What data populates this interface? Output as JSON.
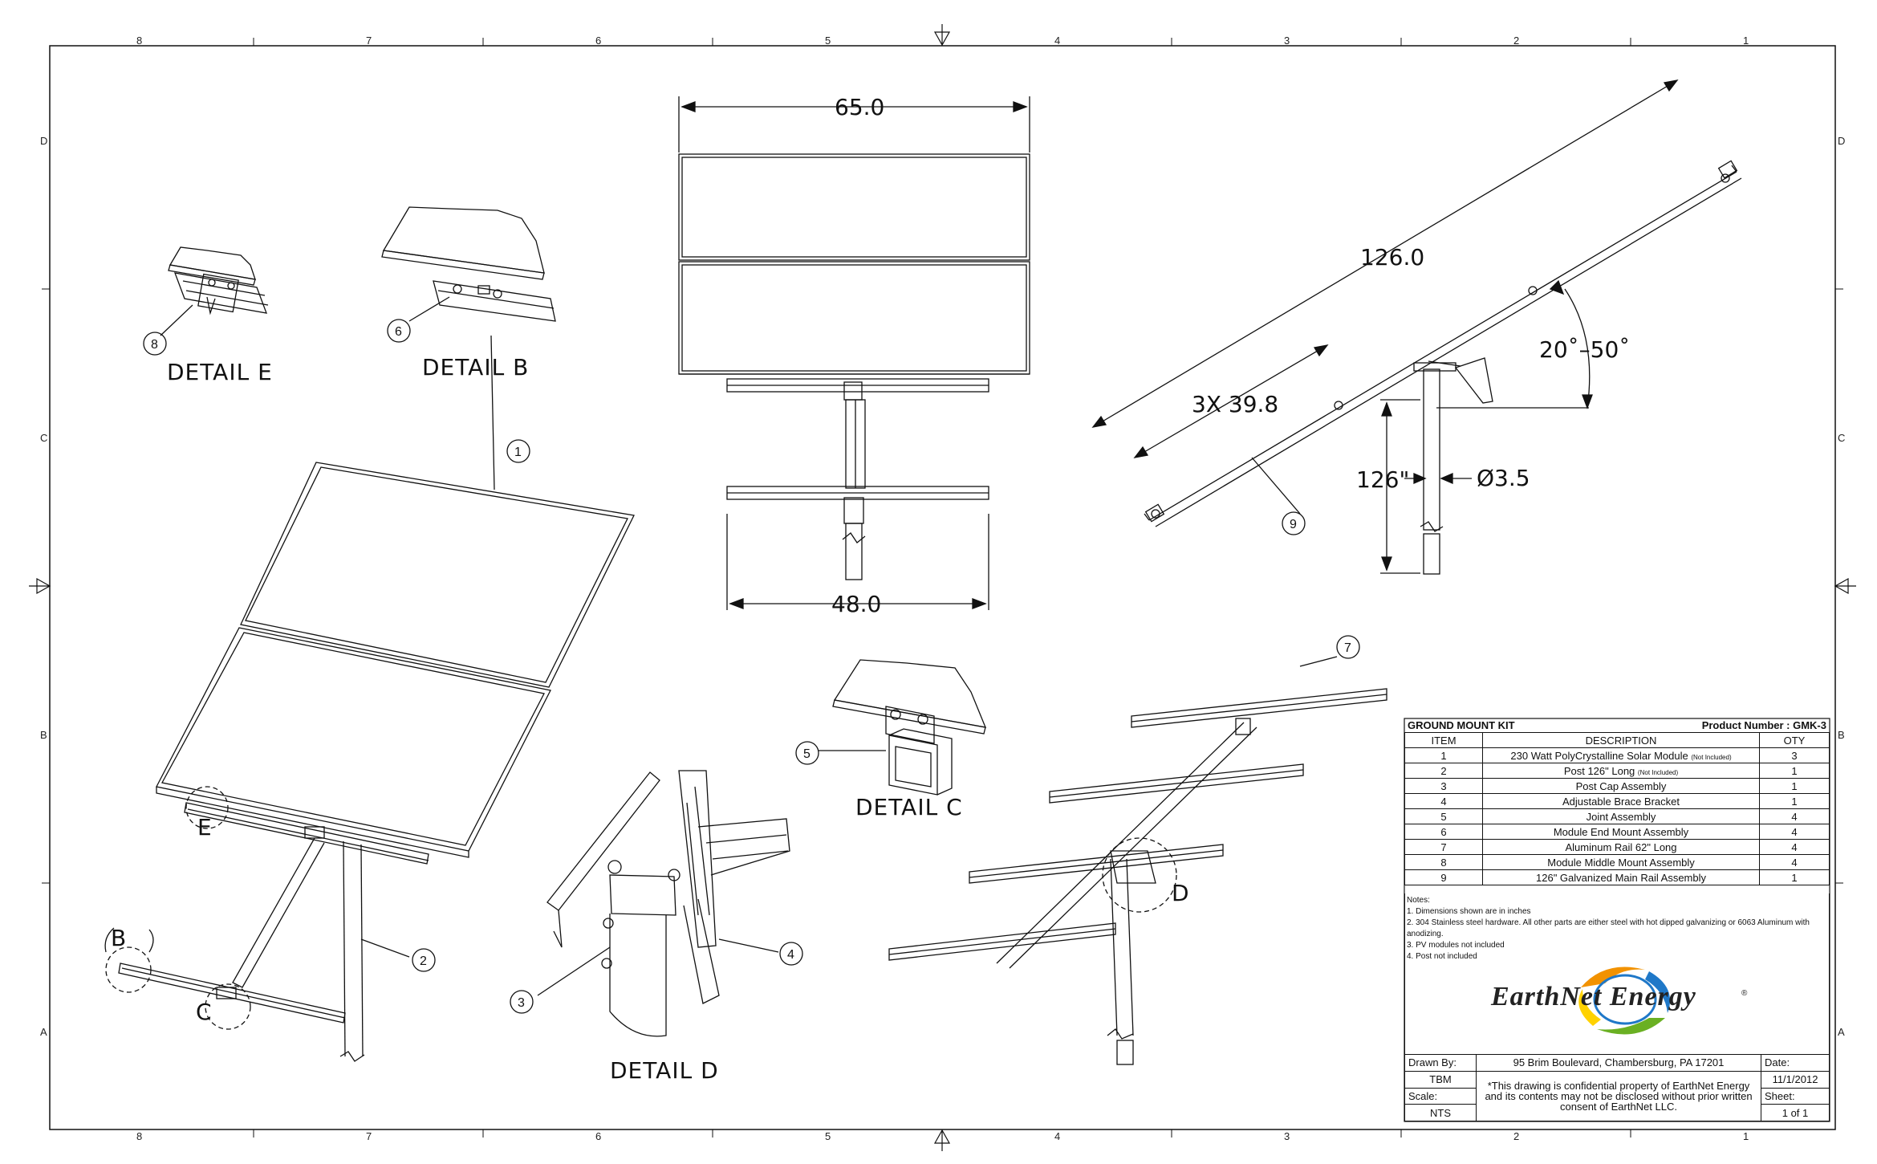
{
  "zones": {
    "columns": [
      "8",
      "7",
      "6",
      "5",
      "4",
      "3",
      "2",
      "1"
    ],
    "rows": [
      "D",
      "C",
      "B",
      "A"
    ]
  },
  "dimensions": {
    "front_width_top": "65.0",
    "front_width_bottom": "48.0",
    "rail_length": "126.0",
    "spacing": "3X 39.8",
    "tilt_range": "20˚–50˚",
    "post_length": "126\"",
    "post_diameter": "Ø3.5"
  },
  "details": {
    "e": "DETAIL  E",
    "b": "DETAIL  B",
    "c": "DETAIL  C",
    "d": "DETAIL  D"
  },
  "callouts": {
    "b": "B",
    "c": "C",
    "d": "D",
    "e": "E"
  },
  "balloons": [
    "1",
    "2",
    "3",
    "4",
    "5",
    "6",
    "7",
    "8",
    "9"
  ],
  "bom": {
    "title": "GROUND MOUNT KIT",
    "product_number": "Product Number : GMK-3",
    "headers": {
      "item": "ITEM",
      "description": "DESCRIPTION",
      "qty": "OTY"
    },
    "rows": [
      {
        "item": "1",
        "description": "230 Watt PolyCrystalline Solar Module",
        "note": "(Not Included)",
        "qty": "3"
      },
      {
        "item": "2",
        "description": "Post 126\" Long",
        "note": "(Not Included)",
        "qty": "1"
      },
      {
        "item": "3",
        "description": "Post Cap Assembly",
        "note": "",
        "qty": "1"
      },
      {
        "item": "4",
        "description": "Adjustable Brace Bracket",
        "note": "",
        "qty": "1"
      },
      {
        "item": "5",
        "description": "Joint Assembly",
        "note": "",
        "qty": "4"
      },
      {
        "item": "6",
        "description": "Module End Mount Assembly",
        "note": "",
        "qty": "4"
      },
      {
        "item": "7",
        "description": "Aluminum Rail 62\" Long",
        "note": "",
        "qty": "4"
      },
      {
        "item": "8",
        "description": "Module Middle Mount Assembly",
        "note": "",
        "qty": "4"
      },
      {
        "item": "9",
        "description": "126\" Galvanized Main Rail Assembly",
        "note": "",
        "qty": "1"
      }
    ]
  },
  "notes": {
    "title": "Notes:",
    "items": [
      "1. Dimensions shown are in inches",
      "2. 304 Stainless steel hardware.   All other parts are either steel with hot dipped galvanizing or 6063 Aluminum with anodizing.",
      "3. PV modules not included",
      "4. Post not included"
    ]
  },
  "logo": {
    "text": "EarthNet Energy",
    "registered": "®",
    "colors": {
      "orange": "#f29200",
      "blue": "#1f78c8",
      "green": "#6ab023",
      "yellow": "#ffd200"
    }
  },
  "title_block": {
    "drawn_by_label": "Drawn By:",
    "drawn_by": "TBM",
    "address": "95 Brim Boulevard, Chambersburg, PA 17201",
    "date_label": "Date:",
    "date": "11/1/2012",
    "scale_label": "Scale:",
    "scale": "NTS",
    "confidential": "*This drawing is confidential property of EarthNet Energy and its contents may not be disclosed without prior written consent of EarthNet LLC.",
    "sheet_label": "Sheet:",
    "sheet": "1 of 1"
  }
}
